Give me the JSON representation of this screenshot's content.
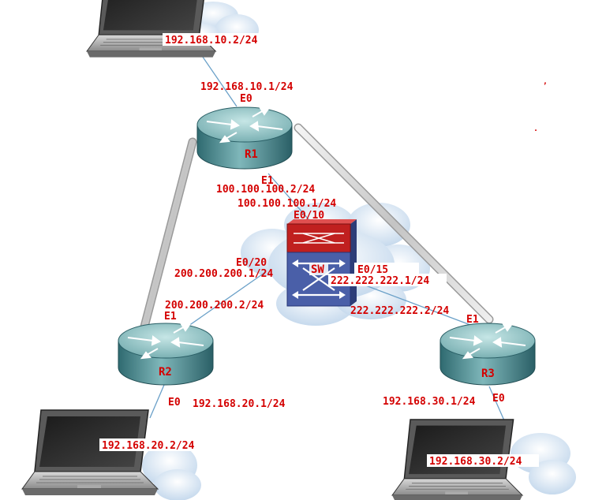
{
  "routers": {
    "r1": {
      "name": "R1",
      "port_e0": "E0",
      "port_e1": "E1"
    },
    "r2": {
      "name": "R2",
      "port_e0": "E0",
      "port_e1": "E1"
    },
    "r3": {
      "name": "R3",
      "port_e0": "E0",
      "port_e1": "E1"
    }
  },
  "switch": {
    "name": "SW",
    "port_e0_10": "E0/10",
    "port_e0_20": "E0/20",
    "port_e0_15": "E0/15"
  },
  "addresses": {
    "pc1": "192.168.10.2/24",
    "r1_e0": "192.168.10.1/24",
    "r1_e1": "100.100.100.2/24",
    "sw_e0_10": "100.100.100.1/24",
    "sw_e0_20": "200.200.200.1/24",
    "r2_e1": "200.200.200.2/24",
    "sw_e0_15": "222.222.222.1/24",
    "r3_e1": "222.222.222.2/24",
    "r2_e0": "192.168.20.1/24",
    "pc2": "192.168.20.2/24",
    "r3_e0": "192.168.30.1/24",
    "pc3": "192.168.30.2/24"
  },
  "colors": {
    "label": "#d40000",
    "router_top": "#9fd0d0",
    "router_body": "#4f8f93",
    "switch_red": "#c0201f",
    "switch_blue": "#4a5fa8",
    "link": "#6aa0c8",
    "serial": "#d8d8d8",
    "cloud": "#cfe0f0"
  }
}
